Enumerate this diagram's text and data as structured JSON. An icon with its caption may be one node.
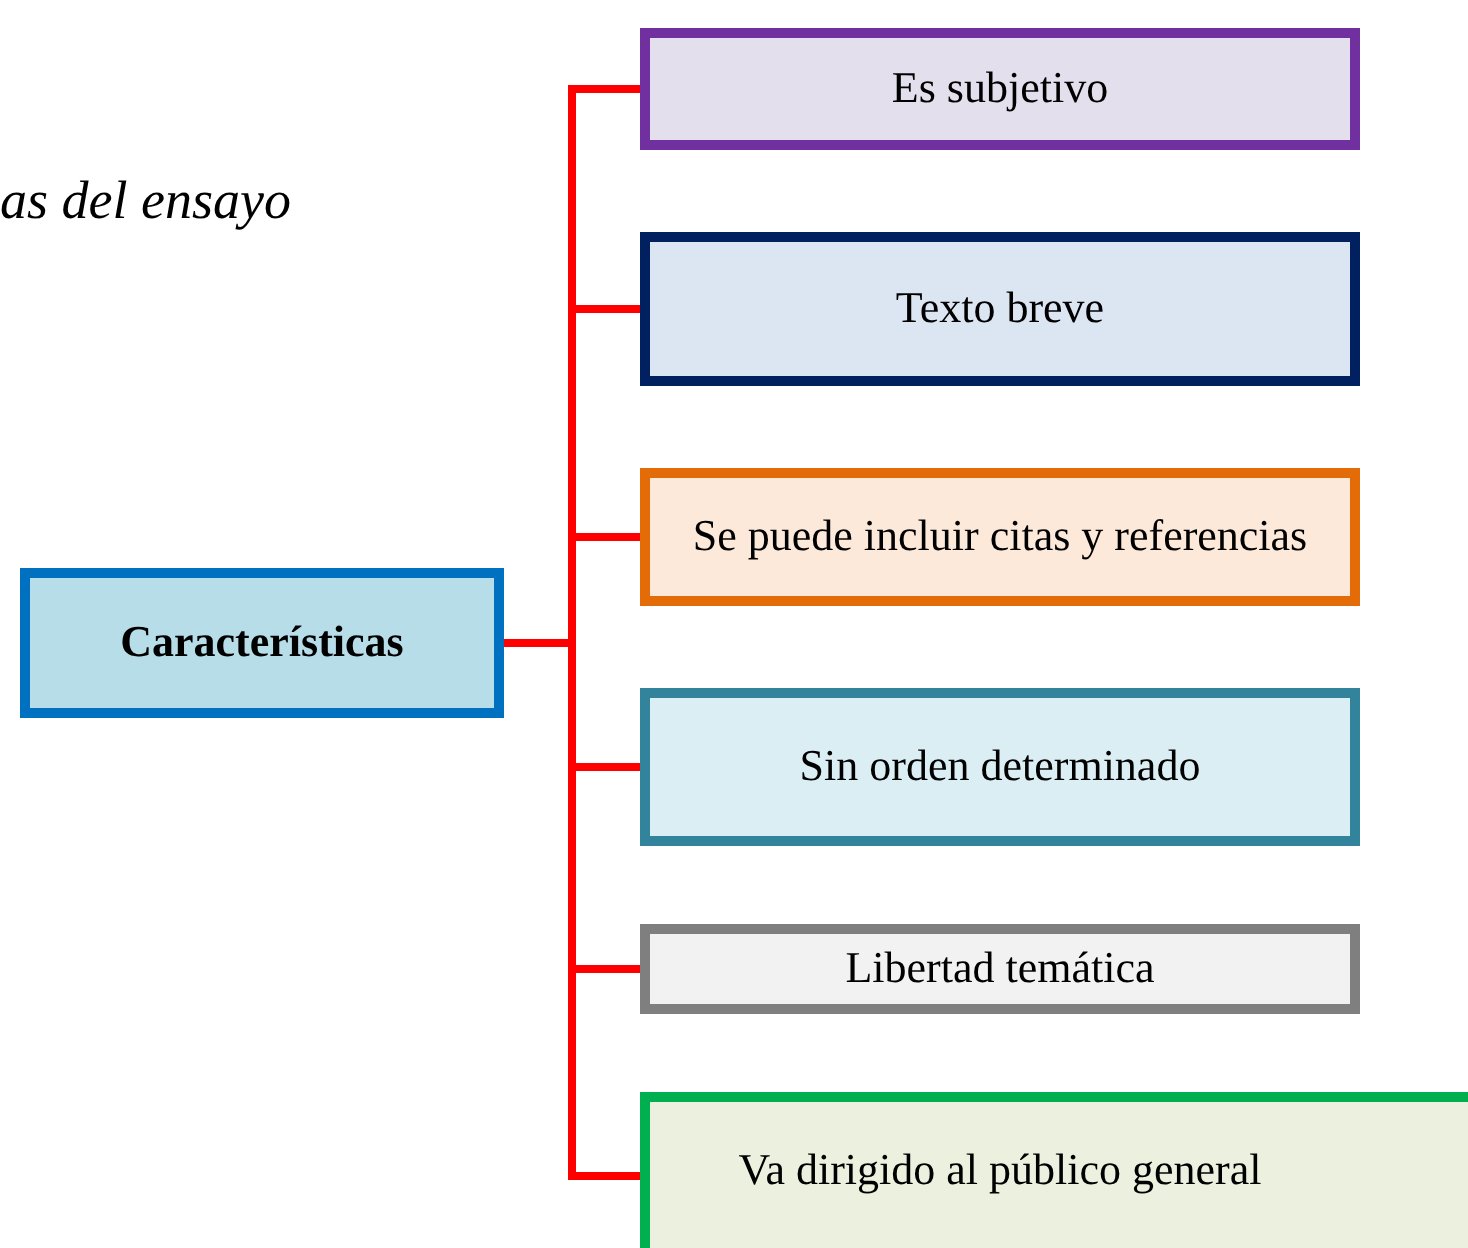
{
  "diagram": {
    "title": "as del ensayo",
    "nodes": [
      {
        "text": [
          "Características"
        ]
      },
      {
        "text": [
          "Es subjetivo"
        ]
      },
      {
        "text": [
          "Texto breve"
        ]
      },
      {
        "text": [
          "Se puede incluir citas y referencias"
        ]
      },
      {
        "text": [
          "Sin orden determinado"
        ]
      },
      {
        "text": [
          "Libertad temática"
        ]
      },
      {
        "text": [
          "Va dirigido al público general"
        ]
      }
    ],
    "edges": [
      {
        "from": 0,
        "to": 1,
        "arrow": "none"
      },
      {
        "from": 0,
        "to": 2,
        "arrow": "none"
      },
      {
        "from": 0,
        "to": 3,
        "arrow": "none"
      },
      {
        "from": 0,
        "to": 4,
        "arrow": "none"
      },
      {
        "from": 0,
        "to": 5,
        "arrow": "none"
      },
      {
        "from": 0,
        "to": 6,
        "arrow": "none"
      }
    ]
  }
}
